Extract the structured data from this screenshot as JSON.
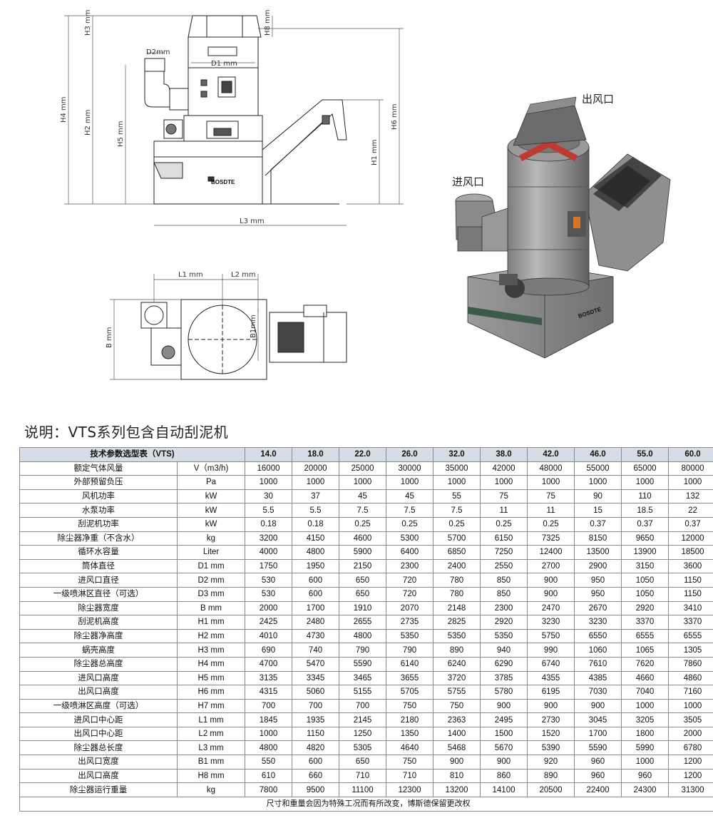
{
  "title": "说明：VTS系列包含自动刮泥机",
  "drawing": {
    "dims": {
      "h3": "H3 mm",
      "h8": "H8 mm",
      "d2": "D2mm",
      "d1": "D1 mm",
      "h4": "H4 mm",
      "h2": "H2 mm",
      "h5": "H5 mm",
      "h1": "H1 mm",
      "h6": "H6 mm",
      "l3": "L3 mm",
      "l1": "L1 mm",
      "l2": "L2 mm",
      "b": "B mm",
      "b1": "B1mm"
    },
    "brand": "BOSDTE",
    "labels": {
      "outlet": "出风口",
      "inlet": "进风口"
    }
  },
  "table": {
    "header_label": "技术参数选型表（VTS)",
    "models": [
      "14.0",
      "18.0",
      "22.0",
      "26.0",
      "32.0",
      "38.0",
      "42.0",
      "46.0",
      "55.0",
      "60.0"
    ],
    "rows": [
      {
        "name": "额定气体风量",
        "unit": "V（m3/h)",
        "values": [
          "16000",
          "20000",
          "25000",
          "30000",
          "35000",
          "42000",
          "48000",
          "55000",
          "65000",
          "80000"
        ]
      },
      {
        "name": "外部预留负压",
        "unit": "Pa",
        "values": [
          "1000",
          "1000",
          "1000",
          "1000",
          "1000",
          "1000",
          "1000",
          "1000",
          "1000",
          "1000"
        ]
      },
      {
        "name": "风机功率",
        "unit": "kW",
        "values": [
          "30",
          "37",
          "45",
          "45",
          "55",
          "75",
          "75",
          "90",
          "110",
          "132"
        ]
      },
      {
        "name": "水泵功率",
        "unit": "kW",
        "values": [
          "5.5",
          "5.5",
          "7.5",
          "7.5",
          "7.5",
          "11",
          "11",
          "15",
          "18.5",
          "22"
        ]
      },
      {
        "name": "刮泥机功率",
        "unit": "kW",
        "values": [
          "0.18",
          "0.18",
          "0.25",
          "0.25",
          "0.25",
          "0.25",
          "0.25",
          "0.37",
          "0.37",
          "0.37"
        ]
      },
      {
        "name": "除尘器净重（不含水）",
        "unit": "kg",
        "values": [
          "3200",
          "4150",
          "4600",
          "5300",
          "5700",
          "6150",
          "7325",
          "8150",
          "9650",
          "12000"
        ]
      },
      {
        "name": "循环水容量",
        "unit": "Liter",
        "values": [
          "4000",
          "4800",
          "5900",
          "6400",
          "6850",
          "7250",
          "12400",
          "13500",
          "13900",
          "18500"
        ]
      },
      {
        "name": "筒体直径",
        "unit": "D1  mm",
        "values": [
          "1750",
          "1950",
          "2150",
          "2300",
          "2400",
          "2550",
          "2700",
          "2900",
          "3150",
          "3600"
        ]
      },
      {
        "name": "进风口直径",
        "unit": "D2  mm",
        "values": [
          "530",
          "600",
          "650",
          "720",
          "780",
          "850",
          "900",
          "950",
          "1050",
          "1150"
        ]
      },
      {
        "name": "一级喷淋区直径（可选）",
        "unit": "D3  mm",
        "values": [
          "530",
          "600",
          "650",
          "720",
          "780",
          "850",
          "900",
          "950",
          "1050",
          "1150"
        ]
      },
      {
        "name": "除尘器宽度",
        "unit": "B   mm",
        "values": [
          "2000",
          "1700",
          "1910",
          "2070",
          "2148",
          "2300",
          "2470",
          "2670",
          "2920",
          "3410"
        ]
      },
      {
        "name": "刮泥机高度",
        "unit": "H1  mm",
        "values": [
          "2425",
          "2480",
          "2655",
          "2735",
          "2825",
          "2920",
          "3230",
          "3230",
          "3370",
          "3370"
        ]
      },
      {
        "name": "除尘器净高度",
        "unit": "H2  mm",
        "values": [
          "4010",
          "4730",
          "4800",
          "5350",
          "5350",
          "5350",
          "5750",
          "6550",
          "6555",
          "6555"
        ]
      },
      {
        "name": "蜗壳高度",
        "unit": "H3  mm",
        "values": [
          "690",
          "740",
          "790",
          "790",
          "890",
          "940",
          "990",
          "1060",
          "1065",
          "1305"
        ]
      },
      {
        "name": "除尘器总高度",
        "unit": "H4  mm",
        "values": [
          "4700",
          "5470",
          "5590",
          "6140",
          "6240",
          "6290",
          "6740",
          "7610",
          "7620",
          "7860"
        ]
      },
      {
        "name": "进风口高度",
        "unit": "H5  mm",
        "values": [
          "3135",
          "3345",
          "3465",
          "3655",
          "3720",
          "3785",
          "4355",
          "4385",
          "4660",
          "4860"
        ]
      },
      {
        "name": "出风口高度",
        "unit": "H6  mm",
        "values": [
          "4315",
          "5060",
          "5155",
          "5705",
          "5755",
          "5780",
          "6195",
          "7030",
          "7040",
          "7160"
        ]
      },
      {
        "name": "一级喷淋区高度（可选）",
        "unit": "H7  mm",
        "values": [
          "700",
          "700",
          "700",
          "750",
          "750",
          "900",
          "900",
          "900",
          "1000",
          "1000"
        ]
      },
      {
        "name": "进风口中心距",
        "unit": "L1  mm",
        "values": [
          "1845",
          "1935",
          "2145",
          "2180",
          "2363",
          "2495",
          "2730",
          "3045",
          "3205",
          "3505"
        ]
      },
      {
        "name": "出风口中心距",
        "unit": "L2  mm",
        "values": [
          "1000",
          "1150",
          "1250",
          "1350",
          "1400",
          "1500",
          "1520",
          "1700",
          "1800",
          "2000"
        ]
      },
      {
        "name": "除尘器总长度",
        "unit": "L3  mm",
        "values": [
          "4800",
          "4820",
          "5305",
          "4640",
          "5468",
          "5670",
          "5390",
          "5590",
          "5990",
          "6780"
        ]
      },
      {
        "name": "出风口宽度",
        "unit": "B1  mm",
        "values": [
          "550",
          "600",
          "650",
          "750",
          "900",
          "900",
          "920",
          "960",
          "1000",
          "1200"
        ]
      },
      {
        "name": "出风口高度",
        "unit": "H8  mm",
        "values": [
          "610",
          "660",
          "710",
          "710",
          "810",
          "860",
          "890",
          "960",
          "960",
          "1200"
        ]
      },
      {
        "name": "除尘器运行重量",
        "unit": "kg",
        "values": [
          "7800",
          "9500",
          "11100",
          "12300",
          "13200",
          "14100",
          "20500",
          "22400",
          "24300",
          "31300"
        ]
      }
    ],
    "footnote": "尺寸和重量会因为特殊工况而有所改变，博斯德保留更改权"
  }
}
